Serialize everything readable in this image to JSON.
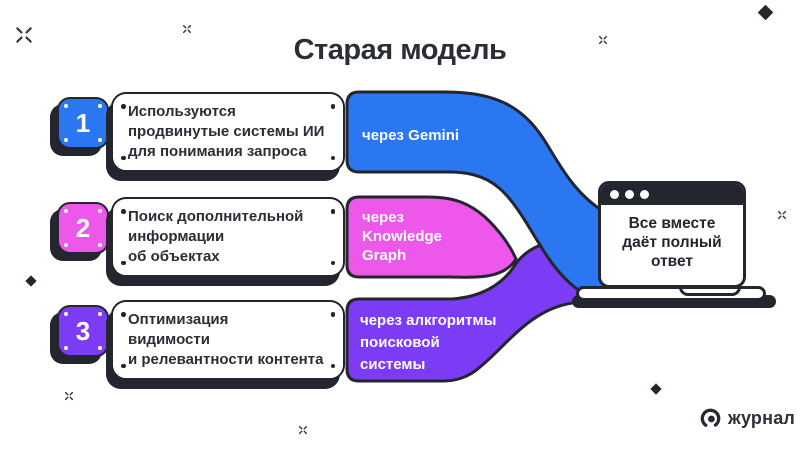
{
  "title": "Старая модель",
  "steps": [
    {
      "number": "1",
      "card_lines": [
        "Используются",
        "продвинутые системы ИИ",
        "для понимания запроса"
      ],
      "band_lines": [
        "через Gemini"
      ],
      "color": "#2b76f1"
    },
    {
      "number": "2",
      "card_lines": [
        "Поиск дополнительной",
        "информации",
        "об объектах"
      ],
      "band_lines": [
        "через",
        "Knowledge",
        "Graph"
      ],
      "color": "#ee58ea"
    },
    {
      "number": "3",
      "card_lines": [
        "Оптимизация",
        "видимости",
        "и релевантности контента"
      ],
      "band_lines": [
        "через алкгоритмы",
        "поисковой",
        "системы"
      ],
      "color": "#7c3cf6"
    }
  ],
  "laptop": {
    "screen_lines": [
      "Все вместе",
      "даёт полный",
      "ответ"
    ]
  },
  "logo": {
    "label": "журнал"
  },
  "colors": {
    "accent_blue": "#2b76f1",
    "accent_pink": "#ee58ea",
    "accent_purple": "#7c3cf6",
    "ink": "#23262e",
    "background": "#ffffff"
  }
}
